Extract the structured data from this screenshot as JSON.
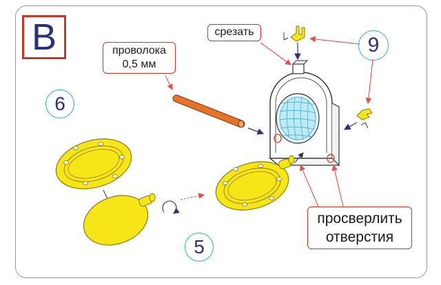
{
  "section_letter": "B",
  "labels": {
    "cut": "срезать",
    "wire_line1": "проволока",
    "wire_line2": "0,5 мм",
    "drill_line1": "просверлить",
    "drill_line2": "отверстия"
  },
  "step_numbers": {
    "six": "6",
    "nine": "9",
    "five": "5"
  },
  "colors": {
    "part_yellow": "#f7e617",
    "wire_orange": "#e8722a",
    "label_border": "#c0392b",
    "circle_border": "#35a7c4",
    "number_text": "#2a2f80",
    "arrow_red": "#d9534f",
    "arrow_blue": "#2a2f80",
    "lens_blue": "#7fd3e8"
  }
}
